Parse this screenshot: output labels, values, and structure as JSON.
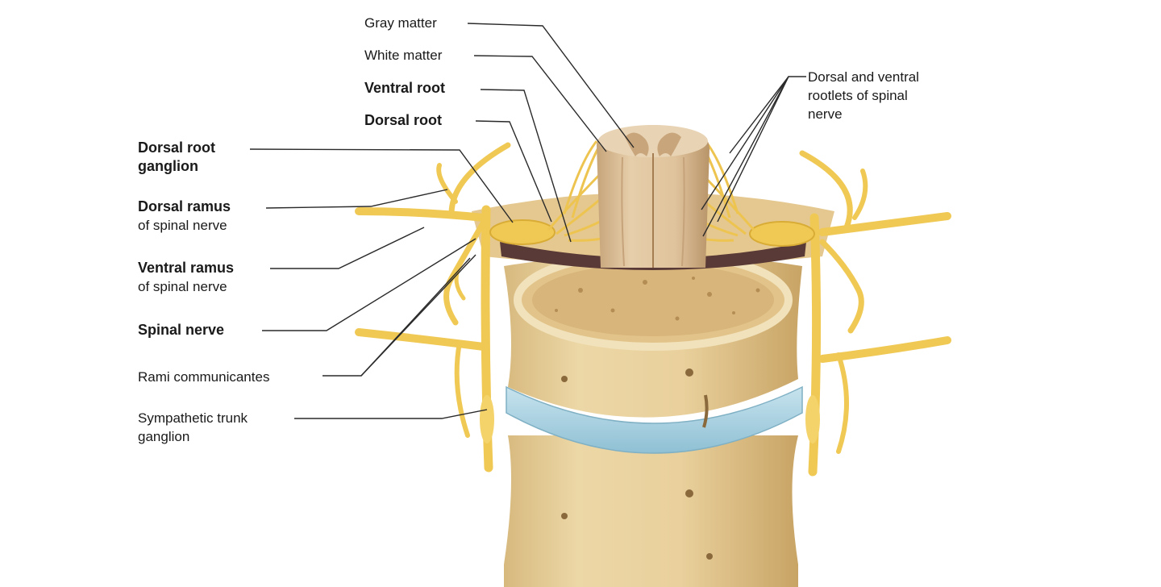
{
  "labels": {
    "gray_matter": "Gray matter",
    "white_matter": "White matter",
    "ventral_root": "Ventral root",
    "dorsal_root": "Dorsal root",
    "dorsal_root_ganglion_1": "Dorsal root",
    "dorsal_root_ganglion_2": "ganglion",
    "dorsal_ramus_1": "Dorsal ramus",
    "dorsal_ramus_2": "of spinal nerve",
    "ventral_ramus_1": "Ventral ramus",
    "ventral_ramus_2": "of spinal nerve",
    "spinal_nerve": "Spinal nerve",
    "rami_communicantes": "Rami communicantes",
    "sympathetic_trunk_1": "Sympathetic trunk",
    "sympathetic_trunk_2": "ganglion",
    "rootlets_1": "Dorsal and ventral",
    "rootlets_2": "rootlets of spinal",
    "rootlets_3": "nerve"
  },
  "colors": {
    "nerve": "#f2cc5a",
    "bone": "#e6cd97",
    "bone_dark": "#c9a668",
    "disc": "#a9d2e2",
    "cord": "#dcc09a",
    "leader": "#2a2a2a"
  }
}
